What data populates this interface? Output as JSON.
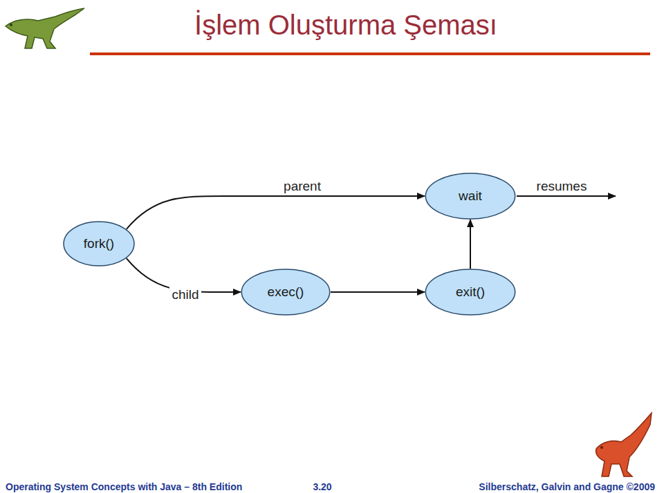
{
  "diagram": {
    "title": "İşlem Oluşturma Şeması",
    "nodes": [
      {
        "text": [
          "fork()"
        ]
      },
      {
        "text": [
          "wait"
        ]
      },
      {
        "text": [
          "exec()"
        ]
      },
      {
        "text": [
          "exit()"
        ]
      }
    ],
    "edges": [
      {
        "from": 0,
        "to": 1,
        "label": "parent",
        "arrow": "to"
      },
      {
        "from": 0,
        "to": 2,
        "label": "child",
        "arrow": "to"
      },
      {
        "from": 2,
        "to": 3,
        "arrow": "to"
      },
      {
        "from": 3,
        "to": 1,
        "arrow": "to"
      }
    ],
    "labels": [
      "resumes",
      "Operating System Concepts with Java – 8th Edition",
      "3.20",
      "Silberschatz, Galvin and Gagne ©2009"
    ]
  }
}
